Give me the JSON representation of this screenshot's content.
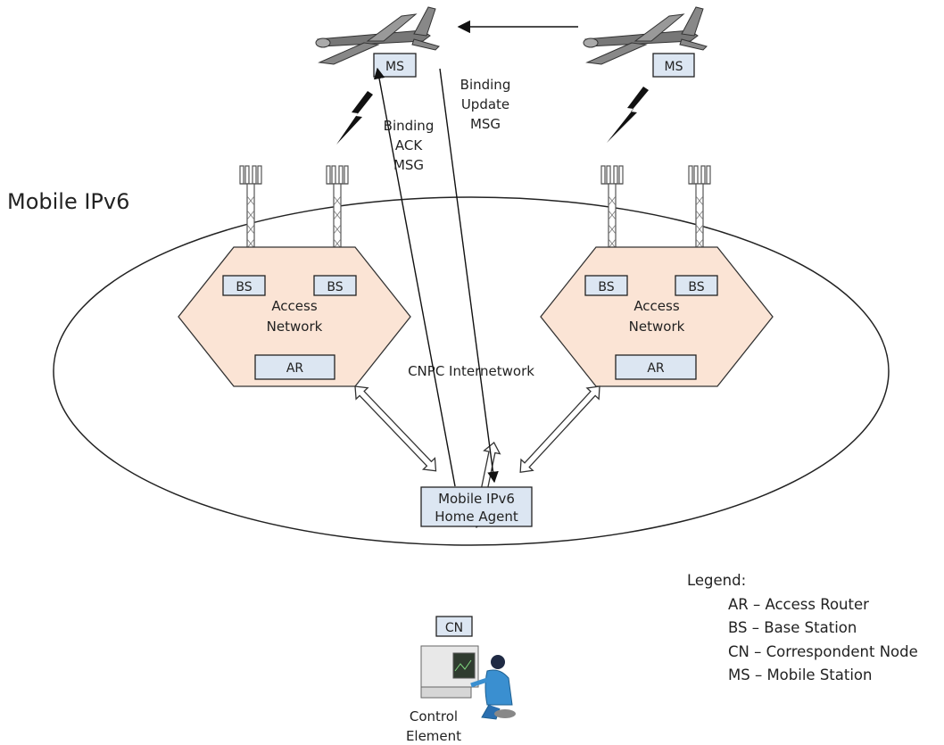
{
  "title": "Mobile IPv6",
  "network_label": "CNPC Internetwork",
  "left_network": {
    "bs1": "BS",
    "bs2": "BS",
    "name_line1": "Access",
    "name_line2": "Network",
    "ar": "AR"
  },
  "right_network": {
    "bs1": "BS",
    "bs2": "BS",
    "name_line1": "Access",
    "name_line2": "Network",
    "ar": "AR"
  },
  "home_agent": {
    "line1": "Mobile IPv6",
    "line2": "Home Agent"
  },
  "cn": "CN",
  "control_element": {
    "line1": "Control",
    "line2": "Element"
  },
  "ms_left": "MS",
  "ms_right": "MS",
  "binding_ack": {
    "line1": "Binding",
    "line2": "ACK",
    "line3": "MSG"
  },
  "binding_update": {
    "line1": "Binding",
    "line2": "Update",
    "line3": "MSG"
  },
  "legend": {
    "heading": "Legend:",
    "items": [
      "AR – Access Router",
      "BS – Base Station",
      "CN – Correspondent Node",
      "MS – Mobile Station"
    ]
  },
  "colors": {
    "box_fill": "#dce6f2",
    "access_network_fill": "#fbe4d5",
    "line": "#222222"
  },
  "icons": [
    "uav-icon",
    "lightning-icon",
    "cell-tower-icon",
    "operator-workstation-icon"
  ]
}
